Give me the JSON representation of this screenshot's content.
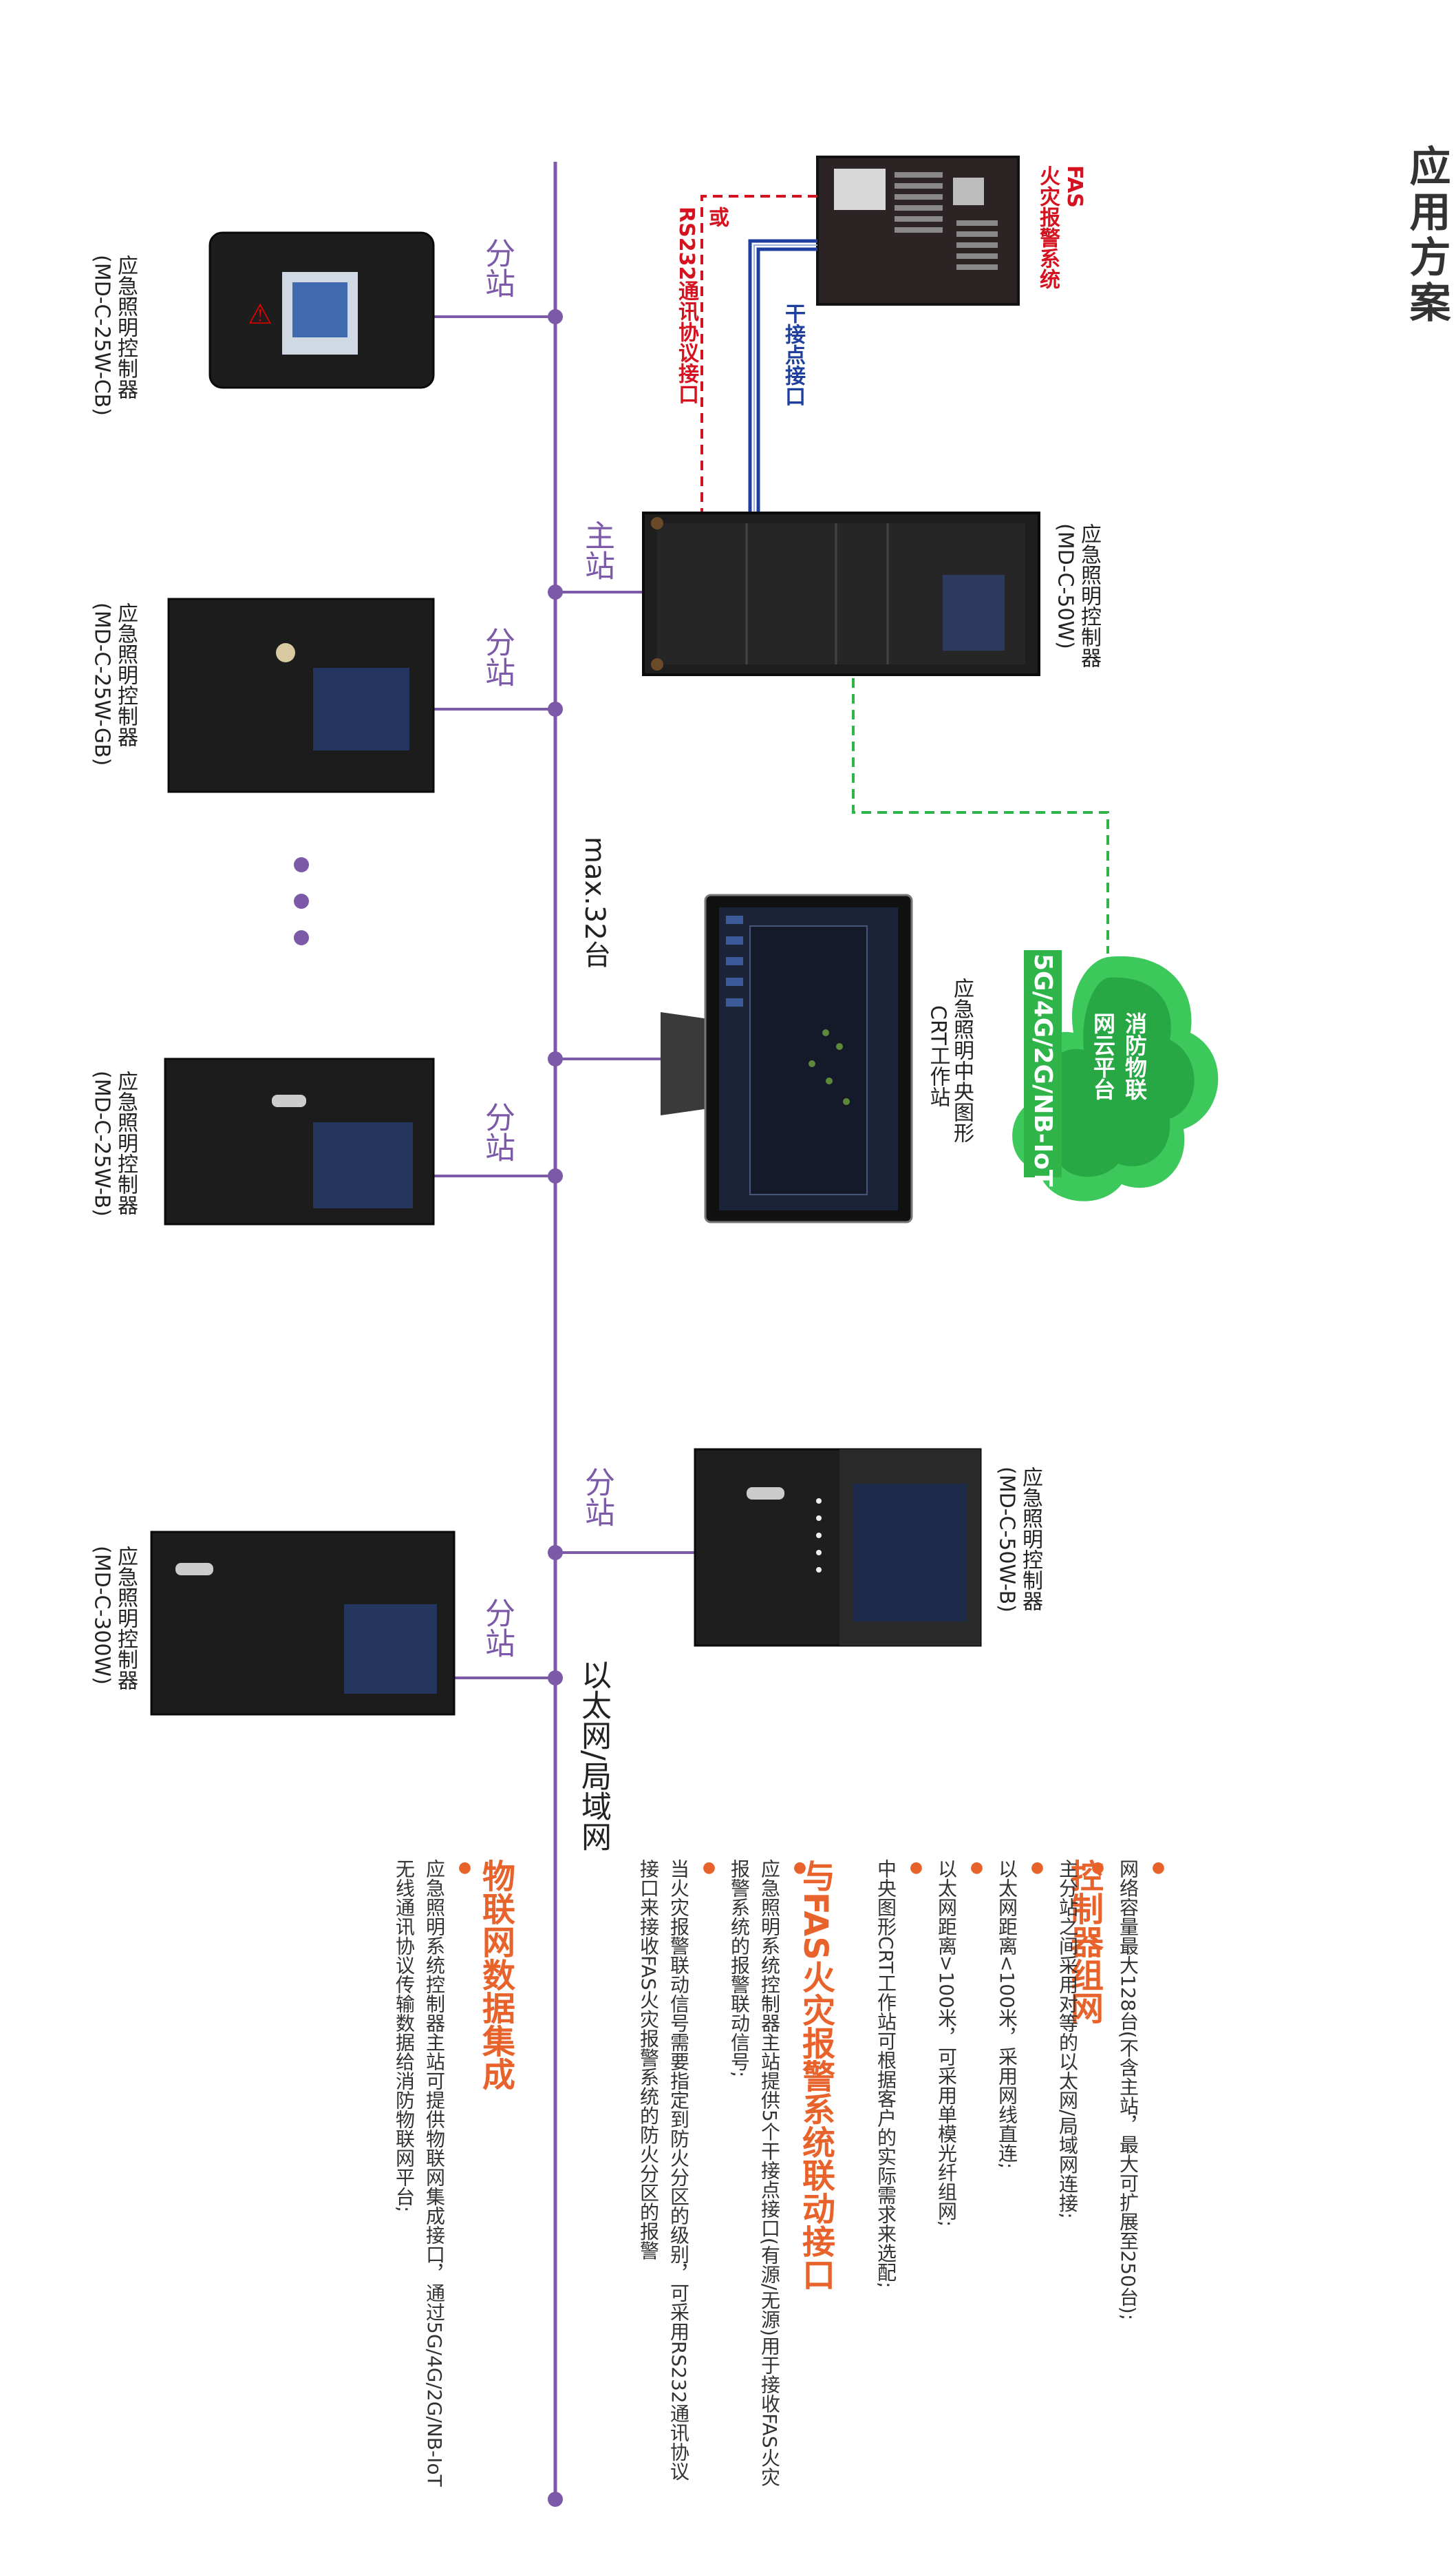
{
  "title": "应用方案",
  "fas": {
    "name": "FAS",
    "desc": "火灾报警系统"
  },
  "links": {
    "dry_contact": "干接点接口",
    "rs232": "或\nRS232通讯协议接口"
  },
  "main_controller": {
    "name": "应急照明控制器",
    "model": "(MD-C-50W)",
    "tag": "主站"
  },
  "cloud": {
    "line1": "消防物联",
    "line2": "网云平台",
    "network": "5G/4G/2G/NB-IoT"
  },
  "crt": {
    "line1": "应急照明中央图形",
    "line2": "CRT工作站"
  },
  "bus": {
    "max": "max.32台",
    "ethernet": "以太网/局域网"
  },
  "sub_station_label": "分站",
  "controllers": [
    {
      "name": "应急照明控制器",
      "model": "(MD-C-25W-CB)"
    },
    {
      "name": "应急照明控制器",
      "model": "(MD-C-25W-GB)"
    },
    {
      "name": "应急照明控制器",
      "model": "(MD-C-25W-B)"
    },
    {
      "name": "应急照明控制器",
      "model": "(MD-C-50W-B)"
    },
    {
      "name": "应急照明控制器",
      "model": "(MD-C-300W)"
    }
  ],
  "sections": {
    "network": {
      "title": "控制器组网",
      "items": [
        "网络容量最大128台(不含主站，最大可扩展至250台);",
        "主分站之间采用对等的以太网/局域网连接;",
        "以太网距离<100米，采用网线直连;",
        "以太网距离>100米，可采用单模光纤组网;",
        "中央图形CRT工作站可根据客户的实际需求来选配;"
      ]
    },
    "fas": {
      "title": "与FAS火灾报警系统联动接口",
      "items": [
        "应急照明系统控制器主站提供5个干接点接口(有源/无源)用于接收FAS火灾报警系统的报警联动信号;",
        "当火灾报警联动信号需要指定到防火分区的级别，可采用RS232通讯协议接口来接收FAS火灾报警系统的防火分区的报警"
      ]
    },
    "iot": {
      "title": "物联网数据集成",
      "items": [
        "应急照明系统控制器主站可提供物联网集成接口，通过5G/4G/2G/NB-IoT无线通讯协议传输数据给消防物联网平台;"
      ]
    }
  },
  "colors": {
    "bus": "#7d5aa8",
    "accent": "#e8632b",
    "fas_red": "#d5121f",
    "dry_blue": "#1f3f9e",
    "cloud_green": "#2fb44a"
  }
}
